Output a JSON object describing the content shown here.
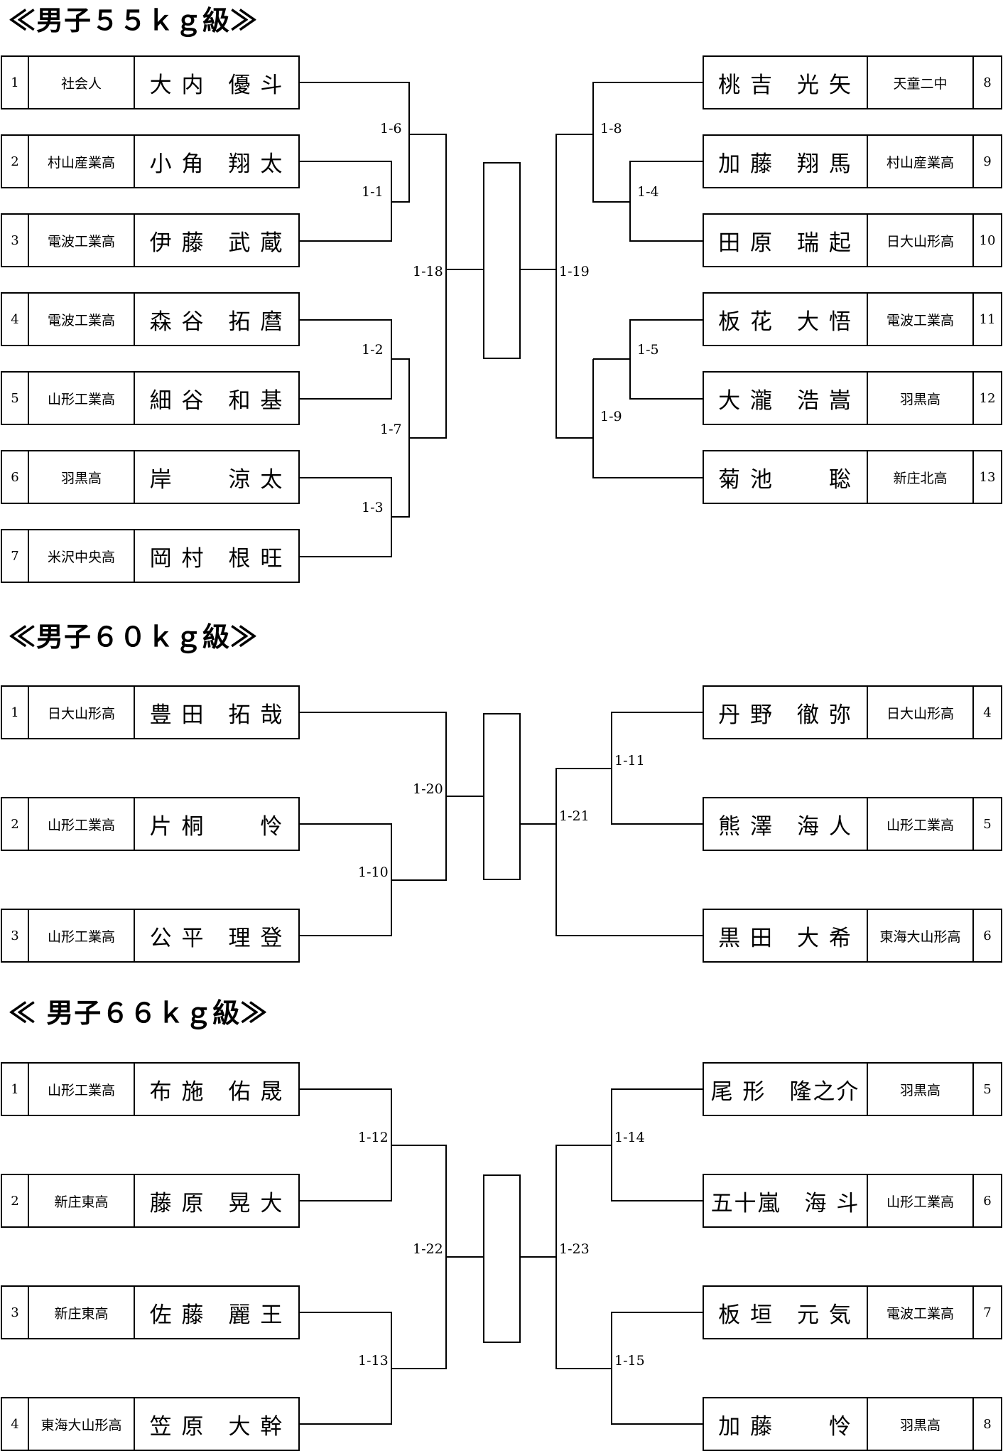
{
  "sections": [
    {
      "title": "≪男子５５ｋｇ級≫",
      "left": [
        {
          "num": "1",
          "school": "社会人",
          "name": "大 内　優 斗"
        },
        {
          "num": "2",
          "school": "村山産業高",
          "name": "小 角　翔 太"
        },
        {
          "num": "3",
          "school": "電波工業高",
          "name": "伊 藤　武 蔵"
        },
        {
          "num": "4",
          "school": "電波工業高",
          "name": "森 谷　拓 麿"
        },
        {
          "num": "5",
          "school": "山形工業高",
          "name": "細 谷　和 基"
        },
        {
          "num": "6",
          "school": "羽黒高",
          "name": "岸　　 涼 太"
        },
        {
          "num": "7",
          "school": "米沢中央高",
          "name": "岡 村　根 旺"
        }
      ],
      "right": [
        {
          "num": "8",
          "school": "天童二中",
          "name": "桃 吉　光 矢"
        },
        {
          "num": "9",
          "school": "村山産業高",
          "name": "加 藤　翔 馬"
        },
        {
          "num": "10",
          "school": "日大山形高",
          "name": "田 原　瑞 起"
        },
        {
          "num": "11",
          "school": "電波工業高",
          "name": "板 花　大 悟"
        },
        {
          "num": "12",
          "school": "羽黒高",
          "name": "大 瀧　浩 嵩"
        },
        {
          "num": "13",
          "school": "新庄北高",
          "name": "菊 池　　 聡"
        }
      ],
      "matches": [
        "1-1",
        "1-2",
        "1-3",
        "1-6",
        "1-7",
        "1-18",
        "1-4",
        "1-5",
        "1-8",
        "1-9",
        "1-19"
      ]
    },
    {
      "title": "≪男子６０ｋｇ級≫",
      "left": [
        {
          "num": "1",
          "school": "日大山形高",
          "name": "豊 田　拓 哉"
        },
        {
          "num": "2",
          "school": "山形工業高",
          "name": "片 桐　　 怜"
        },
        {
          "num": "3",
          "school": "山形工業高",
          "name": "公 平　理 登"
        }
      ],
      "right": [
        {
          "num": "4",
          "school": "日大山形高",
          "name": "丹 野　徹 弥"
        },
        {
          "num": "5",
          "school": "山形工業高",
          "name": "熊 澤　海 人"
        },
        {
          "num": "6",
          "school": "東海大山形高",
          "name": "黒 田　大 希"
        }
      ],
      "matches": [
        "1-10",
        "1-20",
        "1-11",
        "1-21"
      ]
    },
    {
      "title": "≪ 男子６６ｋｇ級≫",
      "left": [
        {
          "num": "1",
          "school": "山形工業高",
          "name": "布 施　佑 晟"
        },
        {
          "num": "2",
          "school": "新庄東高",
          "name": "藤 原　晃 大"
        },
        {
          "num": "3",
          "school": "新庄東高",
          "name": "佐 藤　麗 王"
        },
        {
          "num": "4",
          "school": "東海大山形高",
          "name": "笠 原　大 幹"
        }
      ],
      "right": [
        {
          "num": "5",
          "school": "羽黒高",
          "name": "尾 形　隆之介"
        },
        {
          "num": "6",
          "school": "山形工業高",
          "name": "五十嵐　海 斗"
        },
        {
          "num": "7",
          "school": "電波工業高",
          "name": "板 垣　元 気"
        },
        {
          "num": "8",
          "school": "羽黒高",
          "name": "加 藤　　 怜"
        }
      ],
      "matches": [
        "1-12",
        "1-13",
        "1-22",
        "1-14",
        "1-15",
        "1-23"
      ]
    }
  ]
}
